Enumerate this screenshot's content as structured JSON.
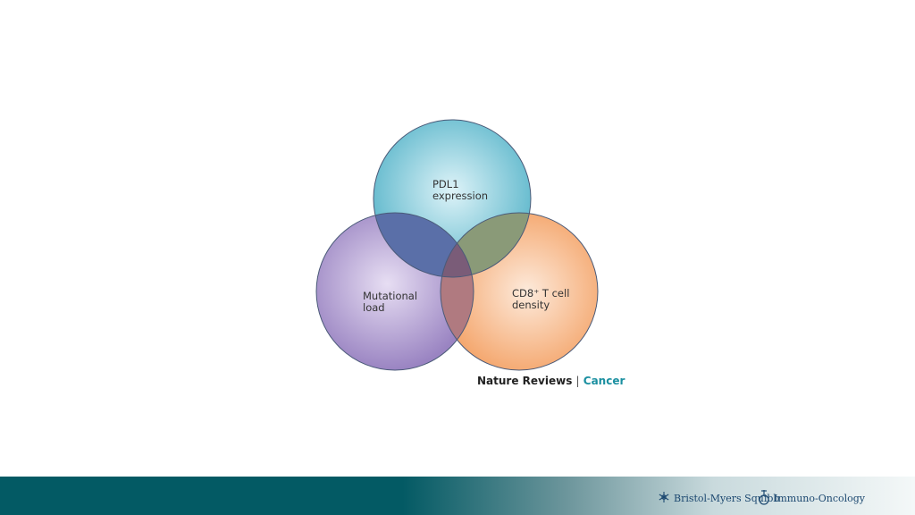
{
  "diagram": {
    "circles": [
      {
        "id": "pdl1",
        "label_lines": [
          "PDL1",
          "expression"
        ],
        "color": "#5fb8cc"
      },
      {
        "id": "mutational",
        "label_lines": [
          "Mutational",
          "load"
        ],
        "color": "#9a84c2"
      },
      {
        "id": "cd8",
        "label_lines": [
          "CD8⁺ T cell",
          "density"
        ],
        "color": "#f4a56b"
      }
    ],
    "outline_color": "#4a5a78"
  },
  "credit": {
    "journal": "Nature Reviews",
    "separator": "|",
    "section": "Cancer",
    "accent_color": "#1a8fa0"
  },
  "footer": {
    "brand_left": "Bristol-Myers Squibb",
    "brand_right": "Immuno-Oncology",
    "left_icon": "snowflake-logo-icon",
    "right_icon": "immuno-oncology-logo-icon",
    "bar_color": "#035a64"
  }
}
